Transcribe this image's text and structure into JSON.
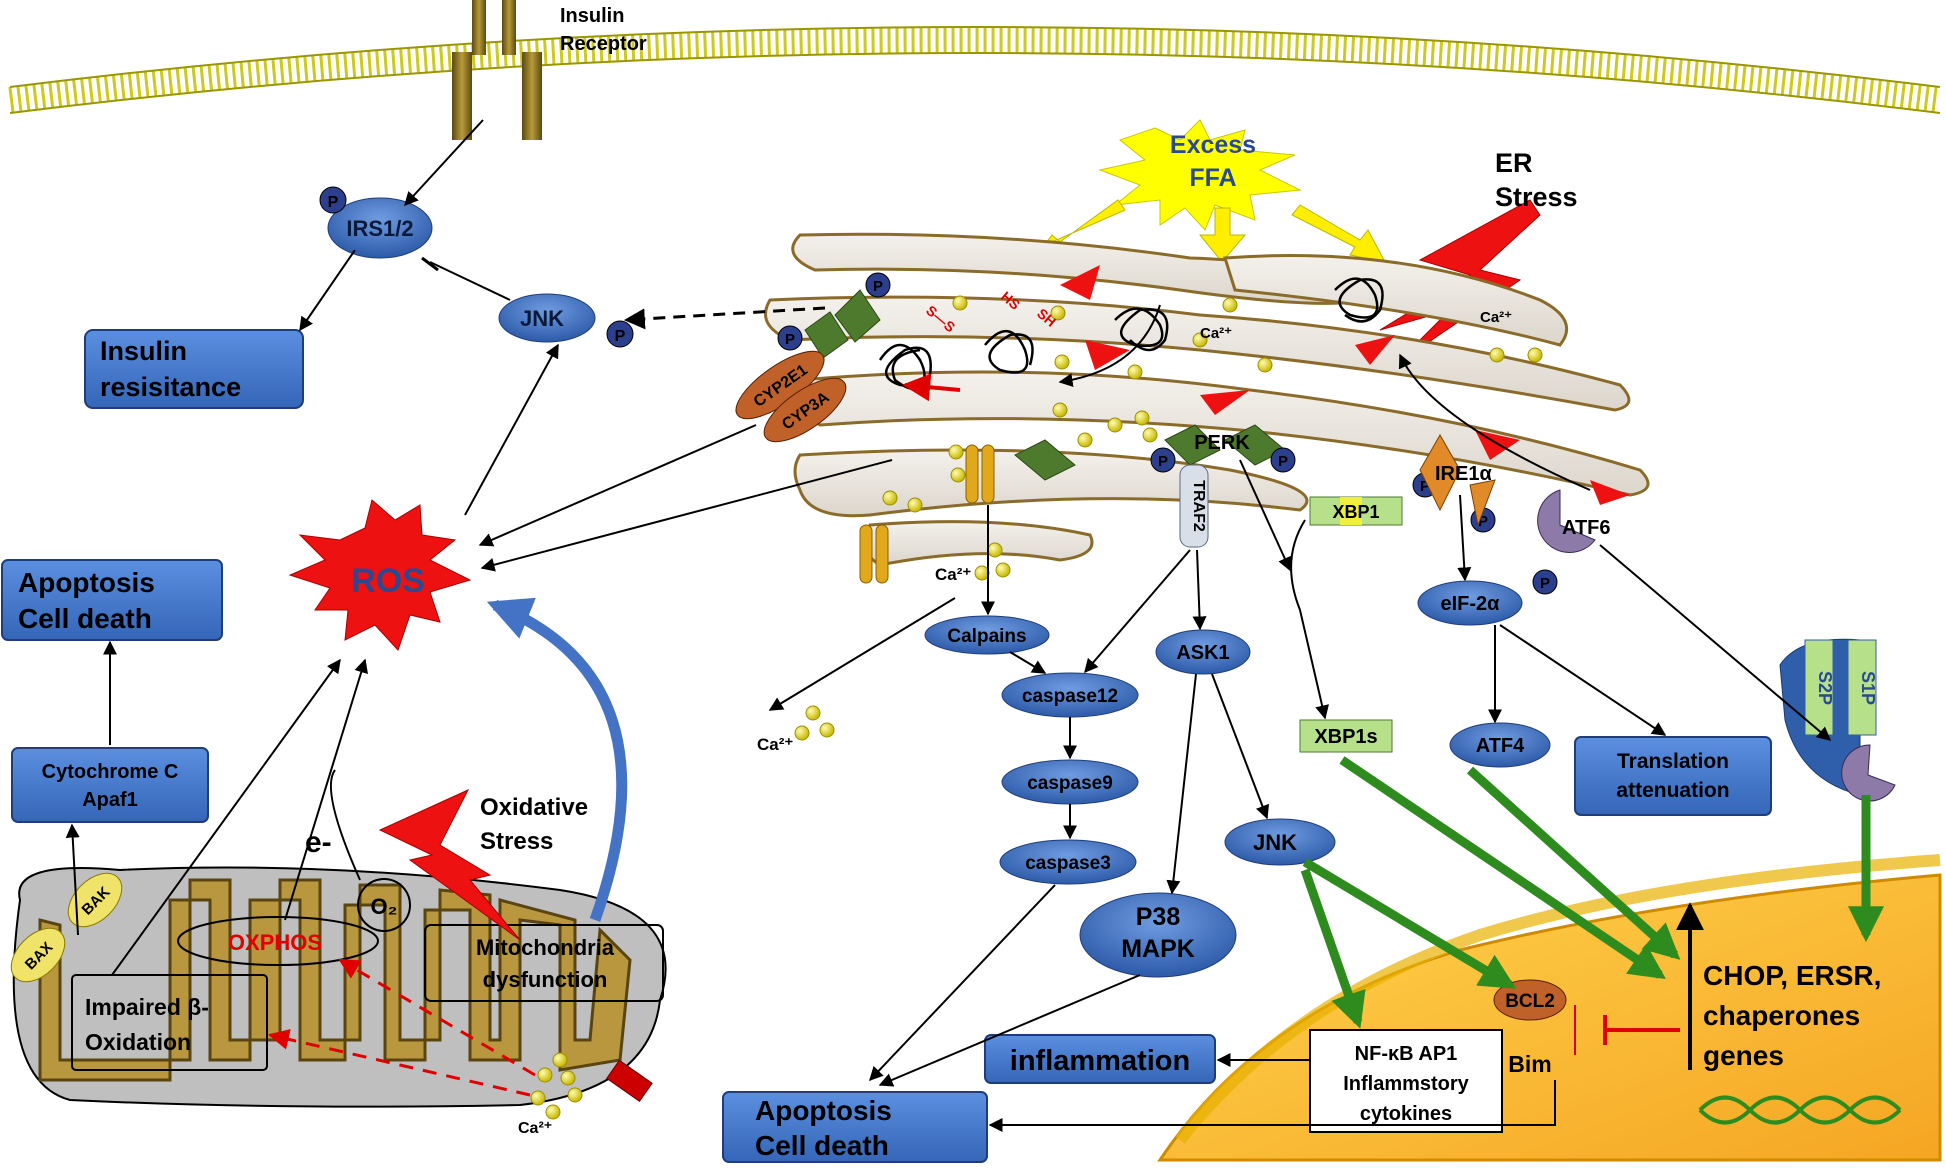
{
  "membrane": {
    "receptor_label_1": "Insulin",
    "receptor_label_2": "Receptor"
  },
  "signaling": {
    "irs": "IRS1/2",
    "jnk_top": "JNK",
    "p": "P",
    "insulin_res_1": "Insulin",
    "insulin_res_2": "resisitance"
  },
  "stress": {
    "ffa_1": "Excess",
    "ffa_2": "FFA",
    "er_1": "ER",
    "er_2": "Stress",
    "ros": "ROS",
    "ox_1": "Oxidative",
    "ox_2": "Stress"
  },
  "er": {
    "cyp2e1": "CYP2E1",
    "cyp3a": "CYP3A",
    "ss": "S—S",
    "hs": "HS",
    "sh": "SH",
    "ca": "Ca²⁺",
    "perk": "PERK",
    "traf2": "TRAF2",
    "xbp1": "XBP1",
    "ire1a": "IRE1α",
    "atf6": "ATF6"
  },
  "apoptosis_left": {
    "apop_1": "Apoptosis",
    "apop_2": "Cell death",
    "cyto_1": "Cytochrome C",
    "cyto_2": "Apaf1",
    "bax": "BAX",
    "bak": "BAK"
  },
  "mito": {
    "e": "e-",
    "o2": "O₂",
    "oxphos": "OXPHOS",
    "dys_1": "Mitochondria",
    "dys_2": "dysfunction",
    "beta_1": "Impaired β-",
    "beta_2": "Oxidation",
    "ca": "Ca²⁺"
  },
  "pathway": {
    "ca_1": "Ca²⁺",
    "ca_2": "Ca²⁺",
    "calpains": "Calpains",
    "casp12": "caspase12",
    "casp9": "caspase9",
    "casp3": "caspase3",
    "ask1": "ASK1",
    "p38_1": "P38",
    "p38_2": "MAPK",
    "jnk": "JNK",
    "xbp1s": "XBP1s",
    "eif": "eIF-2α",
    "atf4": "ATF4",
    "trans_1": "Translation",
    "trans_2": "attenuation",
    "s1p": "S1P",
    "s2p": "S2P"
  },
  "nucleus": {
    "bcl2": "BCL2",
    "bim": "Bim",
    "chop_1": "CHOP, ERSR,",
    "chop_2": "chaperones",
    "chop_3": "genes",
    "nf_1": "NF-κB   AP1",
    "nf_2": "Inflammstory",
    "nf_3": "cytokines"
  },
  "outputs": {
    "inflammation": "inflammation",
    "apop_1": "Apoptosis",
    "apop_2": "Cell death"
  }
}
